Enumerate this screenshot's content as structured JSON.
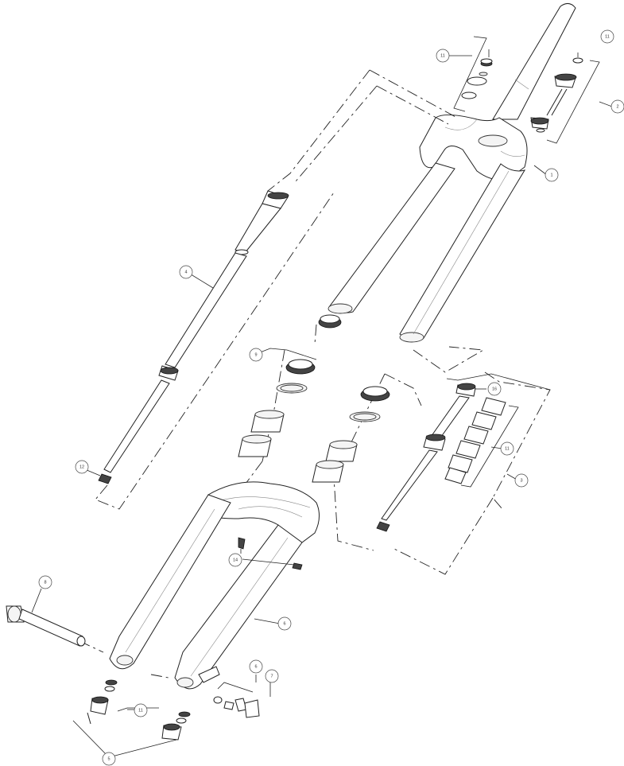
{
  "diagram": {
    "description_none": "",
    "callouts": [
      {
        "id": "c-top-left",
        "label": "11"
      },
      {
        "id": "c-top-right-small",
        "label": "11"
      },
      {
        "id": "c-steerer-assembly",
        "label": "2"
      },
      {
        "id": "c-crown",
        "label": "1"
      },
      {
        "id": "c-air-spring",
        "label": "4"
      },
      {
        "id": "c-seal-set",
        "label": "9"
      },
      {
        "id": "c-air-spring-bottom",
        "label": "12"
      },
      {
        "id": "c-damper-top",
        "label": "16"
      },
      {
        "id": "c-damper-shims",
        "label": "11"
      },
      {
        "id": "c-damper",
        "label": "3"
      },
      {
        "id": "c-screw",
        "label": "14"
      },
      {
        "id": "c-axle",
        "label": "8"
      },
      {
        "id": "c-lowers",
        "label": "6"
      },
      {
        "id": "c-bottom-nut-a",
        "label": "6"
      },
      {
        "id": "c-bottom-nut-b",
        "label": "7"
      },
      {
        "id": "c-foot-nut",
        "label": "11"
      },
      {
        "id": "c-foot-bolts",
        "label": "5"
      }
    ]
  }
}
